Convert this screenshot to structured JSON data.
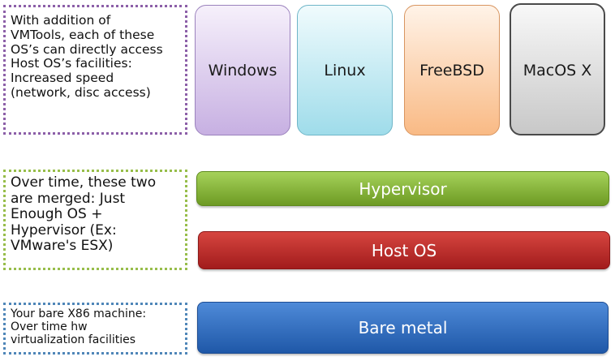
{
  "notes": {
    "vmtools": "With addition of\nVMTools, each of these\nOS’s can directly access\nHost OS’s facilities:\nIncreased speed\n(network, disc access)",
    "merged": "Over time, these two\nare merged: Just\nEnough OS +\nHypervisor (Ex:\nVMware's ESX)",
    "bare": "Your bare X86 machine:\nOver time hw\nvirtualization facilities"
  },
  "guest_os": {
    "windows": "Windows",
    "linux": "Linux",
    "freebsd": "FreeBSD",
    "macos": "MacOS X"
  },
  "layers": {
    "hypervisor": "Hypervisor",
    "host_os": "Host OS",
    "bare_metal": "Bare metal"
  },
  "colors": {
    "hypervisor": "#8cbf3f",
    "host_os": "#c0302c",
    "bare_metal": "#3870c4",
    "windows": "#c7b0e2",
    "linux": "#9fdcea",
    "freebsd": "#f9ba85",
    "macos": "#c8c8c8"
  }
}
